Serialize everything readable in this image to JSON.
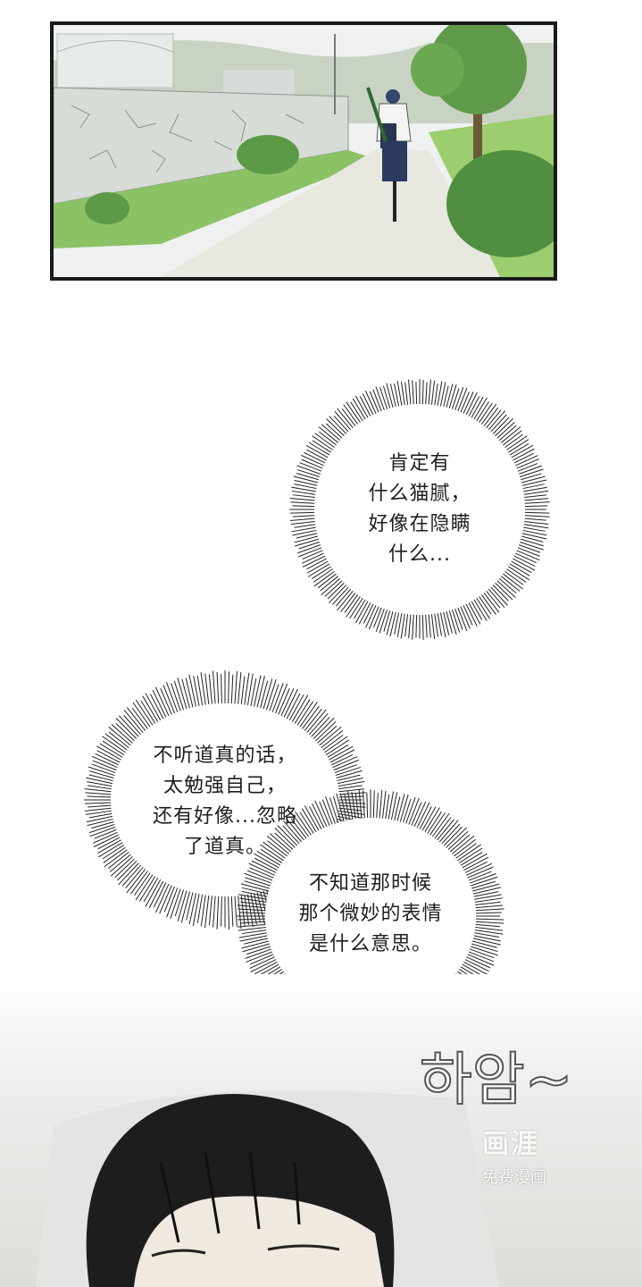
{
  "panels": {
    "top_scene": {
      "alt": ""
    }
  },
  "bubbles": {
    "first": {
      "text": "肯定有\n什么猫腻，\n好像在隐瞒\n什么..."
    },
    "second": {
      "text": "不听道真的话，\n太勉强自己，\n还有好像...忽略\n了道真。"
    },
    "third": {
      "text": "不知道那时候\n那个微妙的表情\n是什么意思。"
    }
  },
  "sfx": {
    "text": "하암~"
  },
  "watermark": {
    "logo": "画涯",
    "sub": "免费漫画"
  }
}
